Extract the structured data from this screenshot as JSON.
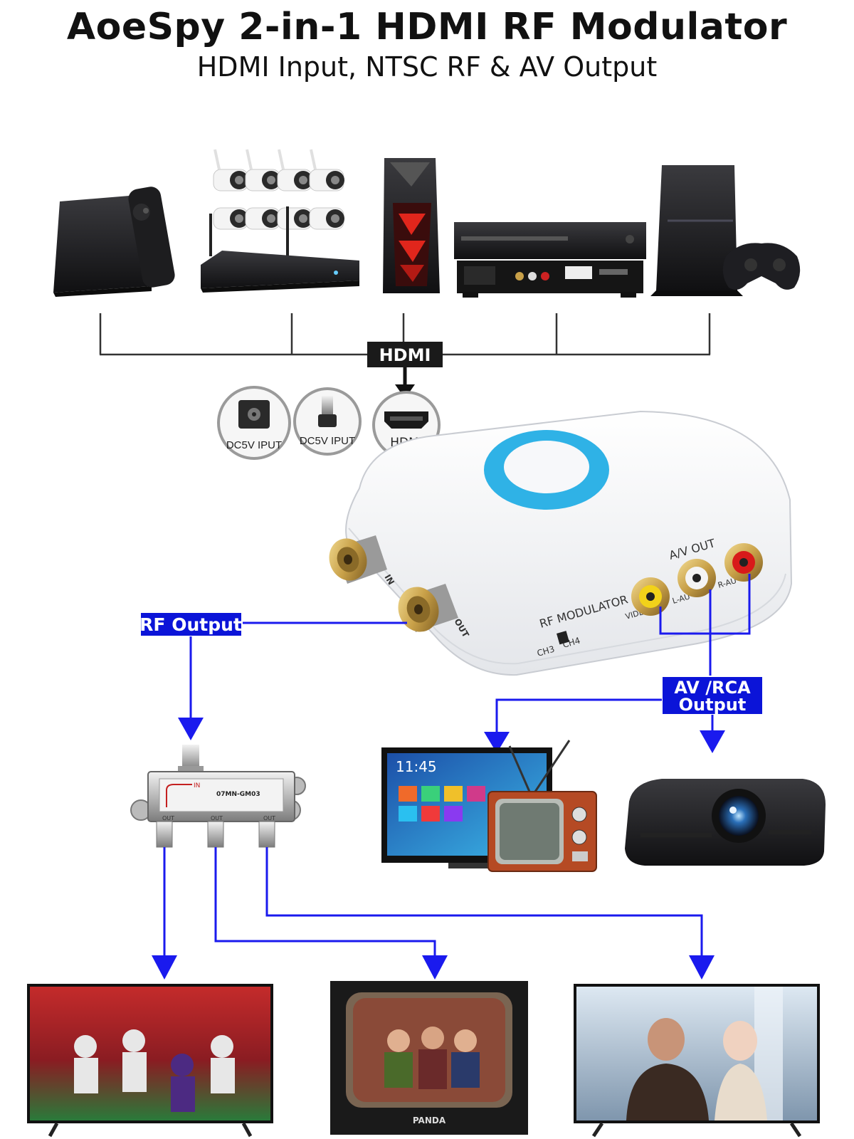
{
  "header": {
    "title": "AoeSpy 2-in-1 HDMI RF Modulator",
    "subtitle": "HDMI Input, NTSC RF & AV  Output"
  },
  "sources": [
    {
      "id": "streaming-box",
      "icon": "streaming-box-with-remote-icon"
    },
    {
      "id": "security-camera-nvr",
      "icon": "security-camera-nvr-icon"
    },
    {
      "id": "gaming-pc",
      "icon": "pc-tower-icon"
    },
    {
      "id": "dvd-player",
      "icon": "dvd-player-icon"
    },
    {
      "id": "game-console",
      "icon": "game-console-icon"
    }
  ],
  "labels": {
    "hdmi_bar": "HDMI",
    "rf_output": "RF Output",
    "av_output_line1": "AV /RCA",
    "av_output_line2": "Output"
  },
  "ports": {
    "dc_socket": "DC5V IPUT",
    "dc_plug": "DC5V IPUT",
    "hdmi": "HDMI"
  },
  "device": {
    "rf_modulator_label": "RF MODULATOR",
    "av_out_label": "A/V OUT",
    "video_label": "VIDE",
    "l_audio_label": "L-AU",
    "r_audio_label": "R-AU",
    "ch3_label": "CH3",
    "ch4_label": "CH4",
    "in_label": "IN",
    "out_label": "OUT"
  },
  "splitter": {
    "in_label": "IN",
    "model": "07MN-GM03",
    "out_labels": [
      "OUT",
      "OUT",
      "OUT"
    ]
  },
  "displays": {
    "smart_tv_clock": "11:45",
    "crt_brand": "PANDA"
  },
  "colors": {
    "arrow_blue": "#1a1aee",
    "label_blue": "#0b14d8",
    "ring_blue": "#2fb2e6",
    "rca_yellow": "#f2d21a",
    "rca_red": "#d81a1a",
    "gold": "#c8a048",
    "black_label": "#1a1a1a"
  }
}
